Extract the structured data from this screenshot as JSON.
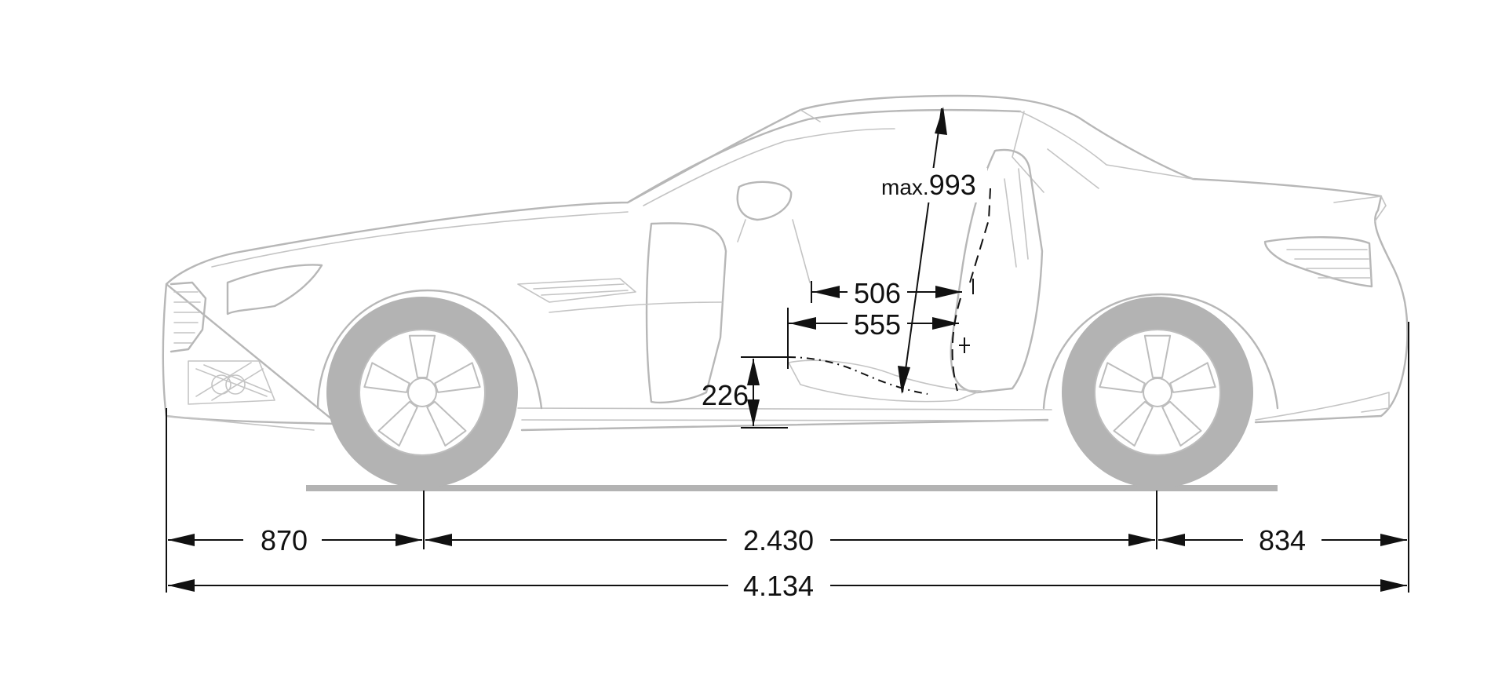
{
  "dimensions": {
    "front_overhang": "870",
    "wheelbase": "2.430",
    "rear_overhang": "834",
    "overall_length": "4.134",
    "headroom_prefix": "max.",
    "headroom": "993",
    "seat_depth": "506",
    "legroom_depth": "555",
    "seat_height": "226"
  },
  "colors": {
    "vehicle_line": "#b7b7b7",
    "tyre": "#b3b3b3",
    "dimension_line": "#111111",
    "background": "#ffffff"
  }
}
